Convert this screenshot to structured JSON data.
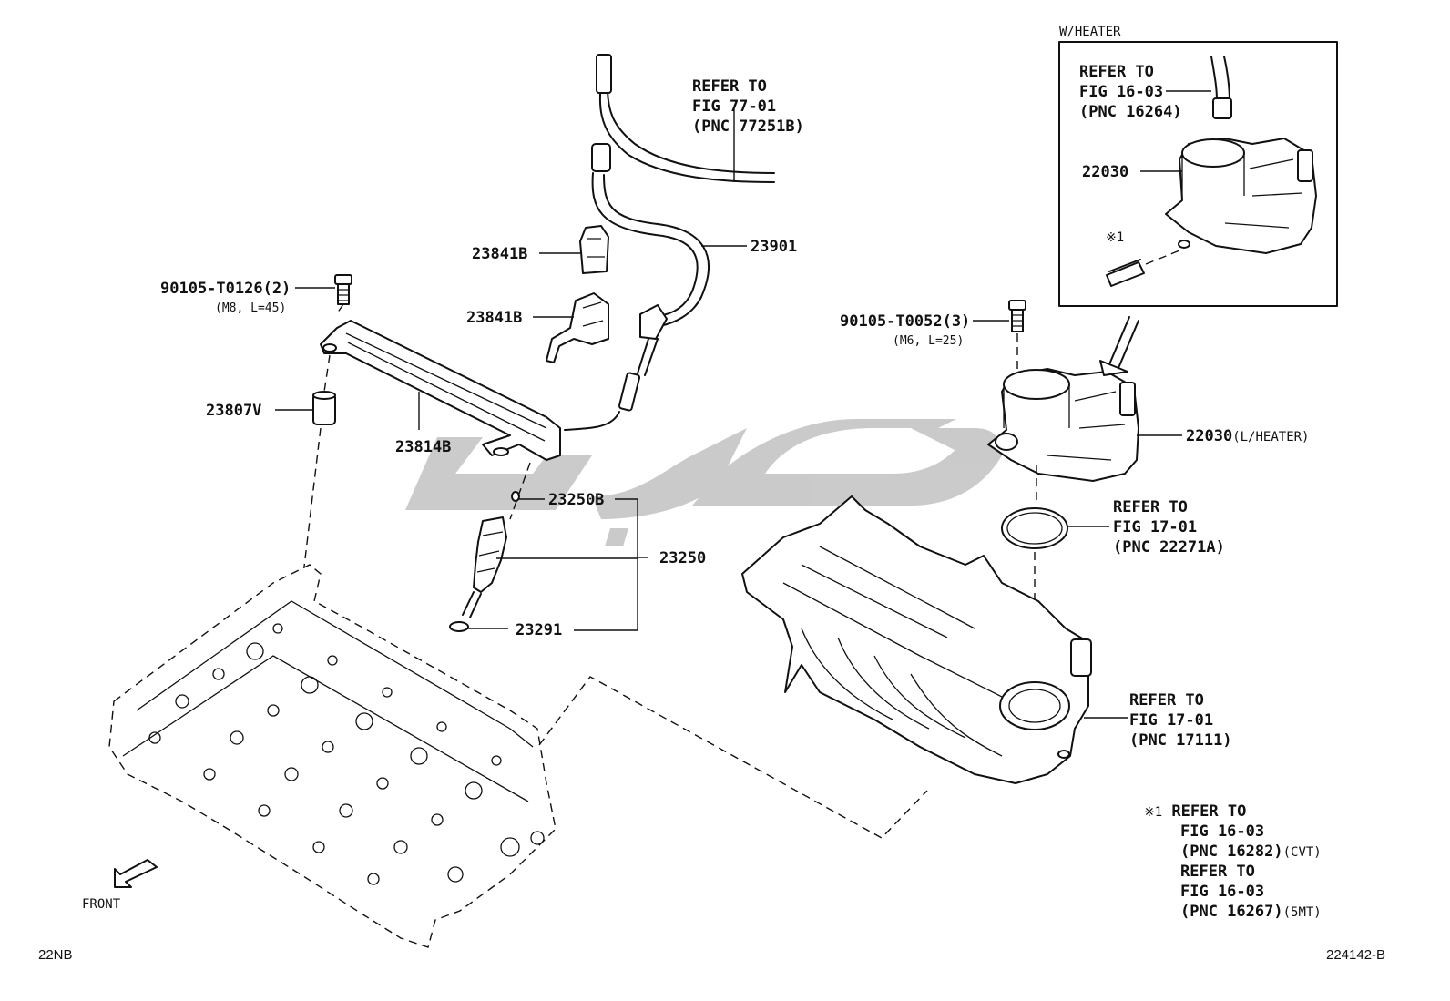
{
  "parts": {
    "fuel_line": "23901",
    "clamp_upper": "23841B",
    "clamp_lower": "23841B",
    "bolt_a": "90105-T0126(2)",
    "bolt_a_spec": "(M8, L=45)",
    "insulator": "23807V",
    "delivery_pipe": "23814B",
    "o_ring": "23250B",
    "injector": "23250",
    "injector_seal": "23291",
    "bolt_b": "90105-T0052(3)",
    "bolt_b_spec": "(M6, L=25)",
    "throttle_body": "22030",
    "throttle_body_suffix": "(L/HEATER)",
    "throttle_body_heater": "22030"
  },
  "refs": {
    "fuel_hose": [
      "REFER TO",
      "FIG 77-01",
      "(PNC 77251B)"
    ],
    "gasket": [
      "REFER TO",
      "FIG 17-01",
      "(PNC 22271A)"
    ],
    "intake_manifold": [
      "REFER TO",
      "FIG 17-01",
      "(PNC 17111)"
    ],
    "heater_hose": [
      "REFER TO",
      "FIG 16-03",
      "(PNC 16264)"
    ]
  },
  "inset": {
    "title": "W/HEATER",
    "note_mark": "※1"
  },
  "footnote": {
    "mark": "※1",
    "line1": "REFER TO",
    "line2": "FIG 16-03",
    "line3": "(PNC 16282)",
    "line3_suffix": "(CVT)",
    "line4": "REFER TO",
    "line5": "FIG 16-03",
    "line6": "(PNC 16267)",
    "line6_suffix": "(5MT)"
  },
  "front_label": "FRONT",
  "engine_code": "22NB",
  "figure_code": "224142-B",
  "colors": {
    "line": "#111111",
    "watermark": "#c8c8c8"
  }
}
